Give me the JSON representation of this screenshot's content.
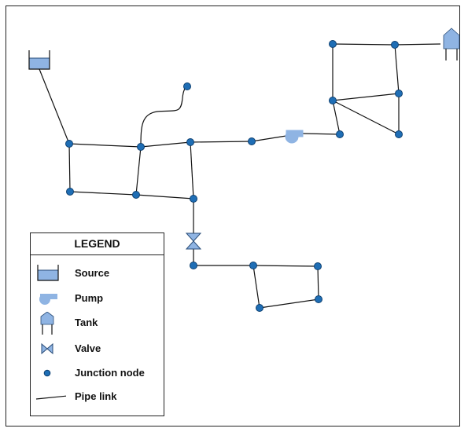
{
  "legend": {
    "title": "LEGEND",
    "items": [
      {
        "label": "Source",
        "icon": "source-icon"
      },
      {
        "label": "Pump",
        "icon": "pump-icon"
      },
      {
        "label": "Tank",
        "icon": "tank-icon"
      },
      {
        "label": "Valve",
        "icon": "valve-icon"
      },
      {
        "label": "Junction node",
        "icon": "junction-node-icon"
      },
      {
        "label": "Pipe link",
        "icon": "pipe-link-icon"
      }
    ]
  },
  "colors": {
    "node_fill": "#1f6eb5",
    "node_stroke": "#0d3f70",
    "component_fill": "#8fb4e3",
    "component_stroke": "#2a4d78",
    "pipe": "#111111",
    "frame": "#222222"
  }
}
